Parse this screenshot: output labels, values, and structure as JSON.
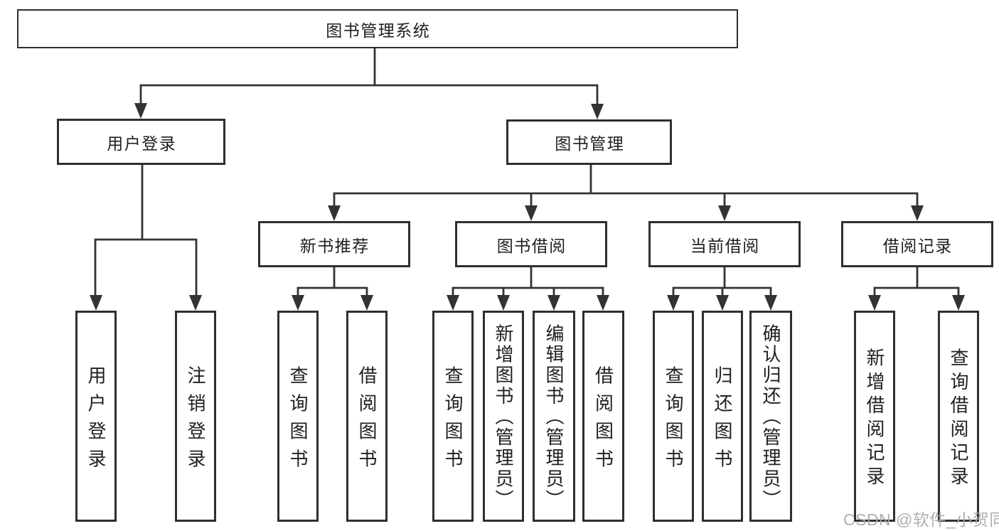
{
  "diagram": {
    "title": "图书管理系统",
    "watermark": "CSDN @软件_小贺同学",
    "colors": {
      "line": "#333333",
      "border": "#2f2f2f",
      "text": "#1f1f1f",
      "watermark": "#a9a9a9",
      "background": "#ffffff"
    },
    "nodes": {
      "root": {
        "label": "图书管理系统"
      },
      "user_login": {
        "label": "用户登录",
        "children": [
          {
            "label": "用户登录"
          },
          {
            "label": "注销登录"
          }
        ]
      },
      "book_management": {
        "label": "图书管理",
        "children": [
          {
            "label": "新书推荐",
            "children": [
              {
                "label": "查询图书"
              },
              {
                "label": "借阅图书"
              }
            ]
          },
          {
            "label": "图书借阅",
            "children": [
              {
                "label": "查询图书"
              },
              {
                "label": "新增图书（管理员）"
              },
              {
                "label": "编辑图书（管理员）"
              },
              {
                "label": "借阅图书"
              }
            ]
          },
          {
            "label": "当前借阅",
            "children": [
              {
                "label": "查询图书"
              },
              {
                "label": "归还图书"
              },
              {
                "label": "确认归还（管理员）"
              }
            ]
          },
          {
            "label": "借阅记录",
            "children": [
              {
                "label": "新增借阅记录"
              },
              {
                "label": "查询借阅记录"
              }
            ]
          }
        ]
      }
    }
  }
}
